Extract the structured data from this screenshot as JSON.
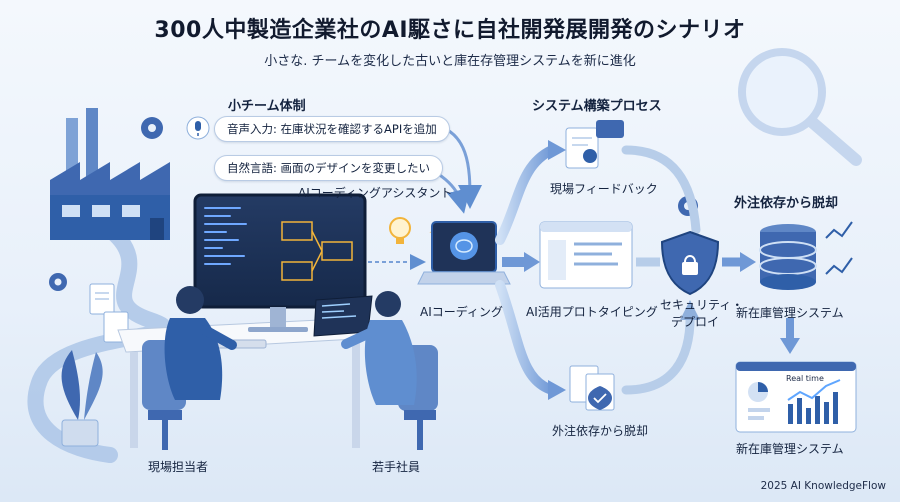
{
  "title": "300人中製造企業社のAI駆さに自社開発展開発のシナリオ",
  "subtitle": "小さな. チームを変化した古いと庫在存管理システムを新に進化",
  "team": {
    "heading": "小チーム体制",
    "voice_input": "音声入力: 在庫状況を確認するAPIを追加",
    "natural_language": "自然言語: 画面のデザインを変更したい",
    "assistant_label": "AIコーディングアシスタント",
    "person_left": "現場担当者",
    "person_right": "若手社員"
  },
  "process": {
    "heading": "システム構築プロセス",
    "ai_coding": "AIコーディング",
    "feedback": "現場フィードバック",
    "prototyping": "AI活用プロトタイピング",
    "security_line1": "セキュリティ・",
    "security_line2": "デプロイ",
    "outsourcing_exit": "外注依存から脱却"
  },
  "result": {
    "heading": "外注依存から脱却",
    "new_system_1": "新在庫管理システム",
    "new_system_2": "新在庫管理システム",
    "dashboard_tag": "Real time"
  },
  "footer": "2025 AI KnowledgeFlow",
  "colors": {
    "primary": "#2f5fa8",
    "light": "#8fb0dc",
    "accent": "#f2b43a"
  }
}
